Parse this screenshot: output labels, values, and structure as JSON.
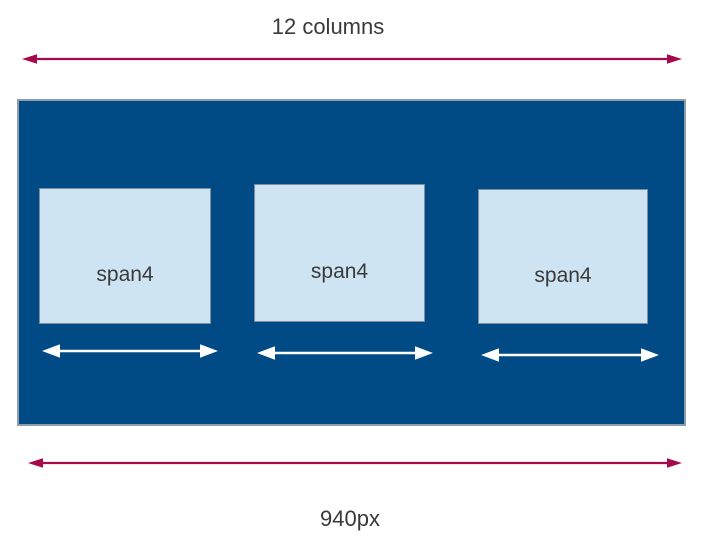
{
  "diagram": {
    "title_label": "12 columns",
    "width_label": "940px",
    "columns": [
      {
        "label": "span4"
      },
      {
        "label": "span4"
      },
      {
        "label": "span4"
      }
    ],
    "colors": {
      "container_fill": "#004a85",
      "container_border": "#8e9cab",
      "column_fill": "#cfe4f3",
      "column_border": "#7e8e9c",
      "measure_arrow": "#a60a4c",
      "span_arrow": "#ffffff",
      "label_text": "#3a3a3a"
    }
  }
}
